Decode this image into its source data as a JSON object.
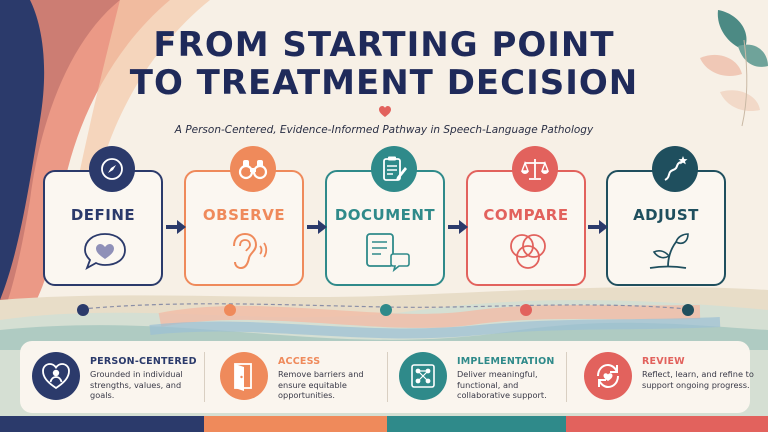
{
  "title_line1": "FROM STARTING POINT",
  "title_line2": "TO TREATMENT DECISION",
  "subtitle": "A Person-Centered, Evidence-Informed Pathway in Speech-Language Pathology",
  "steps": [
    {
      "label": "DEFINE",
      "color": "#2b3a6b",
      "badge_icon": "compass-icon",
      "card_icon": "speech-bubble-heart-icon"
    },
    {
      "label": "OBSERVE",
      "color": "#ef8a5b",
      "badge_icon": "binoculars-icon",
      "card_icon": "ear-sound-icon"
    },
    {
      "label": "DOCUMENT",
      "color": "#2f8a8a",
      "badge_icon": "clipboard-pencil-icon",
      "card_icon": "notes-chat-icon"
    },
    {
      "label": "COMPARE",
      "color": "#e2625d",
      "badge_icon": "scales-icon",
      "card_icon": "venn-circles-icon"
    },
    {
      "label": "ADJUST",
      "color": "#1f4f5e",
      "badge_icon": "winding-path-star-icon",
      "card_icon": "sprout-icon"
    }
  ],
  "principles": [
    {
      "title": "PERSON-CENTERED",
      "body": "Grounded in individual strengths, values, and goals.",
      "color": "#2b3a6b",
      "icon": "heart-person-icon"
    },
    {
      "title": "ACCESS",
      "body": "Remove barriers and ensure equitable opportunities.",
      "color": "#ef8a5b",
      "icon": "open-door-icon"
    },
    {
      "title": "IMPLEMENTATION",
      "body": "Deliver meaningful, functional, and collaborative support.",
      "color": "#2f8a8a",
      "icon": "puzzle-network-icon"
    },
    {
      "title": "REVIEW",
      "body": "Reflect, learn, and refine to support ongoing progress.",
      "color": "#e2625d",
      "icon": "refresh-heart-icon"
    }
  ]
}
